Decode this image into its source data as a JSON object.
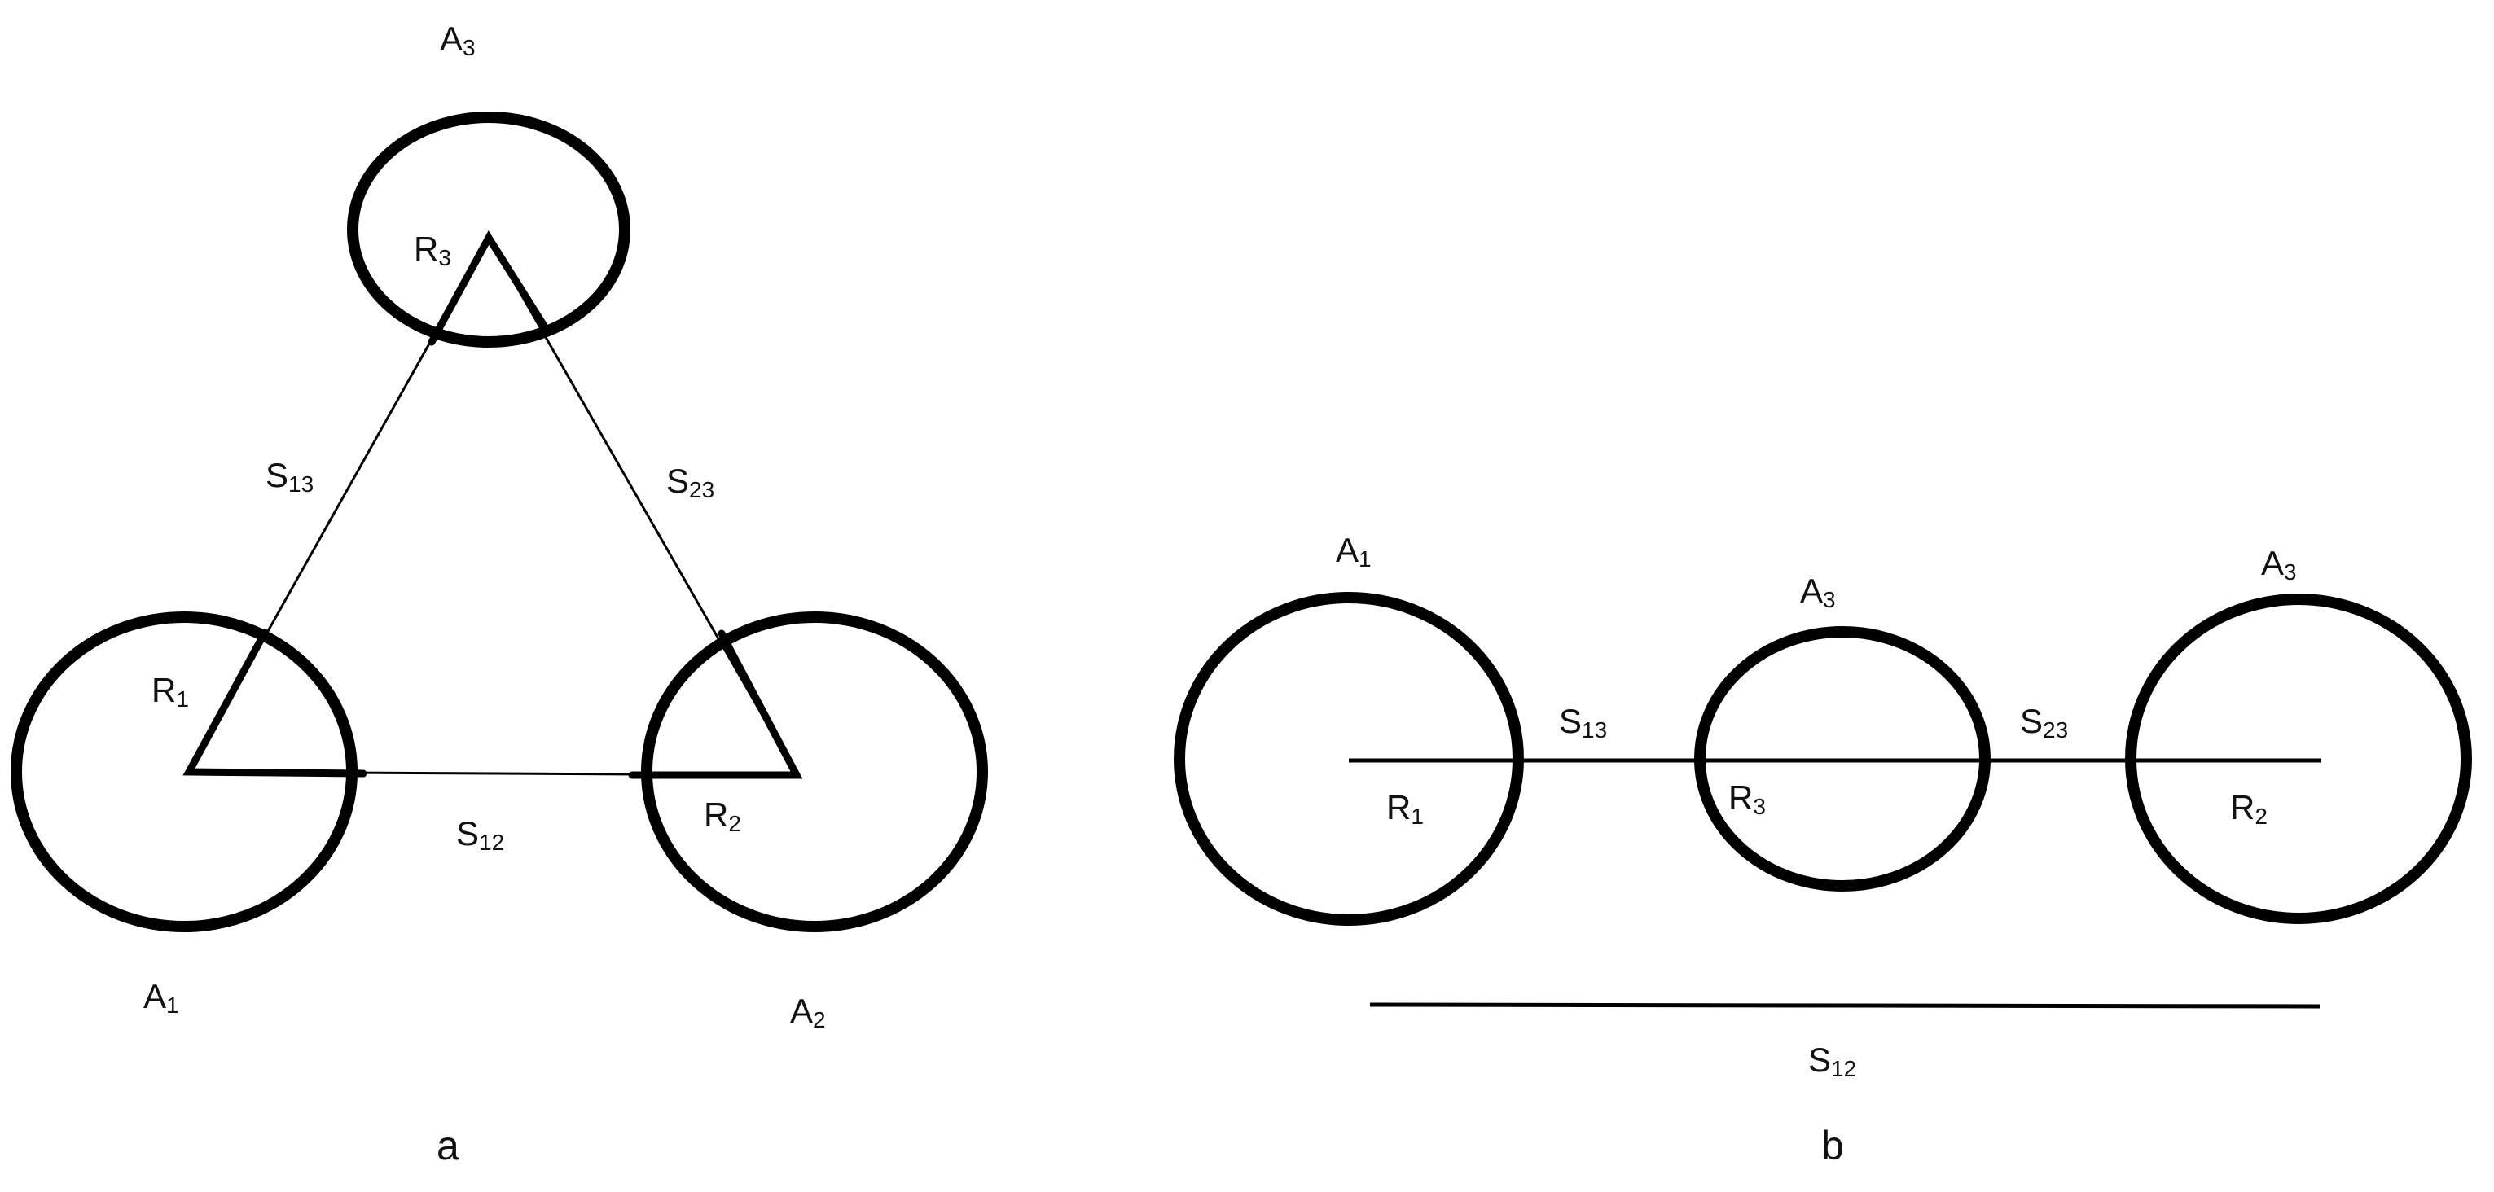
{
  "panel_a": {
    "caption": "a",
    "nodes": {
      "a1": {
        "letter": "A",
        "index": "1"
      },
      "a2": {
        "letter": "A",
        "index": "2"
      },
      "a3": {
        "letter": "A",
        "index": "3"
      }
    },
    "radii": {
      "r1": {
        "letter": "R",
        "index": "1"
      },
      "r2": {
        "letter": "R",
        "index": "2"
      },
      "r3": {
        "letter": "R",
        "index": "3"
      }
    },
    "distances": {
      "s12": {
        "letter": "S",
        "index": "12"
      },
      "s13": {
        "letter": "S",
        "index": "13"
      },
      "s23": {
        "letter": "S",
        "index": "23"
      }
    }
  },
  "panel_b": {
    "caption": "b",
    "nodes": {
      "left": {
        "letter": "A",
        "index": "1"
      },
      "middle": {
        "letter": "A",
        "index": "3"
      },
      "right": {
        "letter": "A",
        "index": "3"
      }
    },
    "radii": {
      "left": {
        "letter": "R",
        "index": "1"
      },
      "middle": {
        "letter": "R",
        "index": "3"
      },
      "right": {
        "letter": "R",
        "index": "2"
      }
    },
    "distances": {
      "s13": {
        "letter": "S",
        "index": "13"
      },
      "s23": {
        "letter": "S",
        "index": "23"
      },
      "s12": {
        "letter": "S",
        "index": "12"
      }
    }
  }
}
